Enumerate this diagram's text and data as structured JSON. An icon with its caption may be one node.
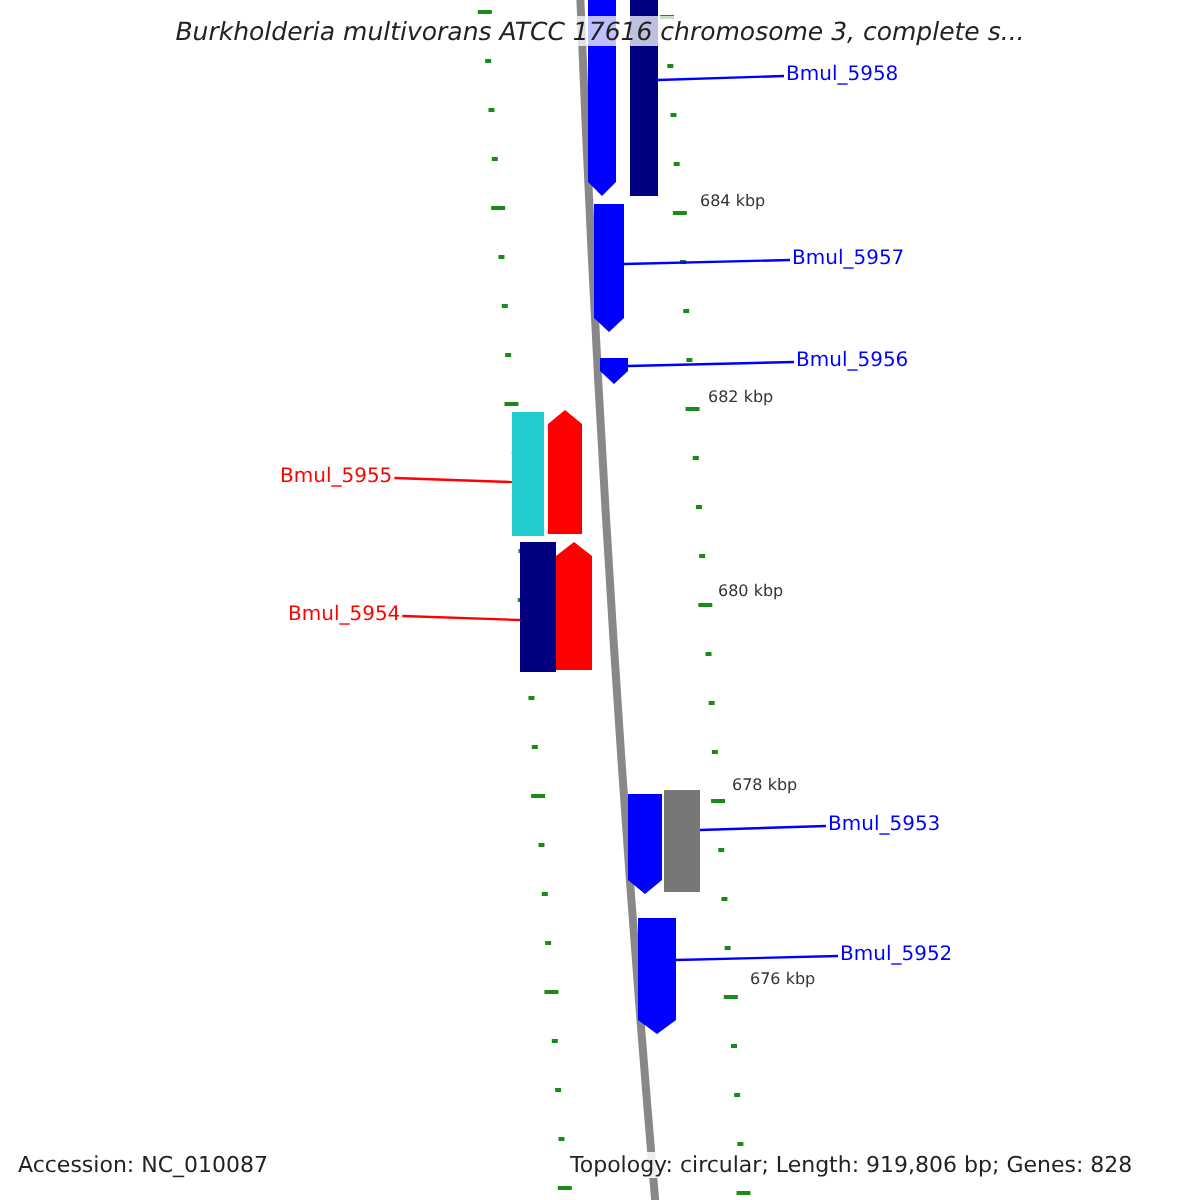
{
  "diagram": {
    "title": "Burkholderia multivorans ATCC 17616 chromosome 3, complete s...",
    "nodes": [
      {
        "text": [
          "Bmul_5958"
        ]
      },
      {
        "text": [],
        "shape": "arrow"
      },
      {
        "text": [],
        "shape": "bar"
      },
      {
        "text": [
          "Bmul_5957"
        ]
      },
      {
        "text": [],
        "shape": "arrow"
      },
      {
        "text": [
          "Bmul_5956"
        ]
      },
      {
        "text": [],
        "shape": "arrow"
      },
      {
        "text": [],
        "shape": "bar"
      },
      {
        "text": [],
        "shape": "arrow"
      },
      {
        "text": [
          "Bmul_5955"
        ]
      },
      {
        "text": [],
        "shape": "bar"
      },
      {
        "text": [],
        "shape": "arrow"
      },
      {
        "text": [
          "Bmul_5954"
        ]
      },
      {
        "text": [],
        "shape": "arrow"
      },
      {
        "text": [],
        "shape": "bar"
      },
      {
        "text": [
          "Bmul_5953"
        ]
      },
      {
        "text": [],
        "shape": "arrow"
      },
      {
        "text": [
          "Bmul_5952"
        ]
      }
    ],
    "edges": [
      {
        "from": 0,
        "to": 2,
        "arrow": "none"
      },
      {
        "from": 3,
        "to": 4,
        "arrow": "none"
      },
      {
        "from": 5,
        "to": 6,
        "arrow": "none"
      },
      {
        "from": 9,
        "to": 7,
        "arrow": "none",
        "color": "#ff0000"
      },
      {
        "from": 12,
        "to": 10,
        "arrow": "none",
        "color": "#ff0000"
      },
      {
        "from": 15,
        "to": 14,
        "arrow": "none"
      },
      {
        "from": 17,
        "to": 16,
        "arrow": "none"
      }
    ],
    "labels": [
      "684 kbp",
      "682 kbp",
      "680 kbp",
      "678 kbp",
      "676 kbp",
      "Accession: NC_010087",
      "Topology: circular; Length: 919,806 bp; Genes: 828"
    ]
  }
}
